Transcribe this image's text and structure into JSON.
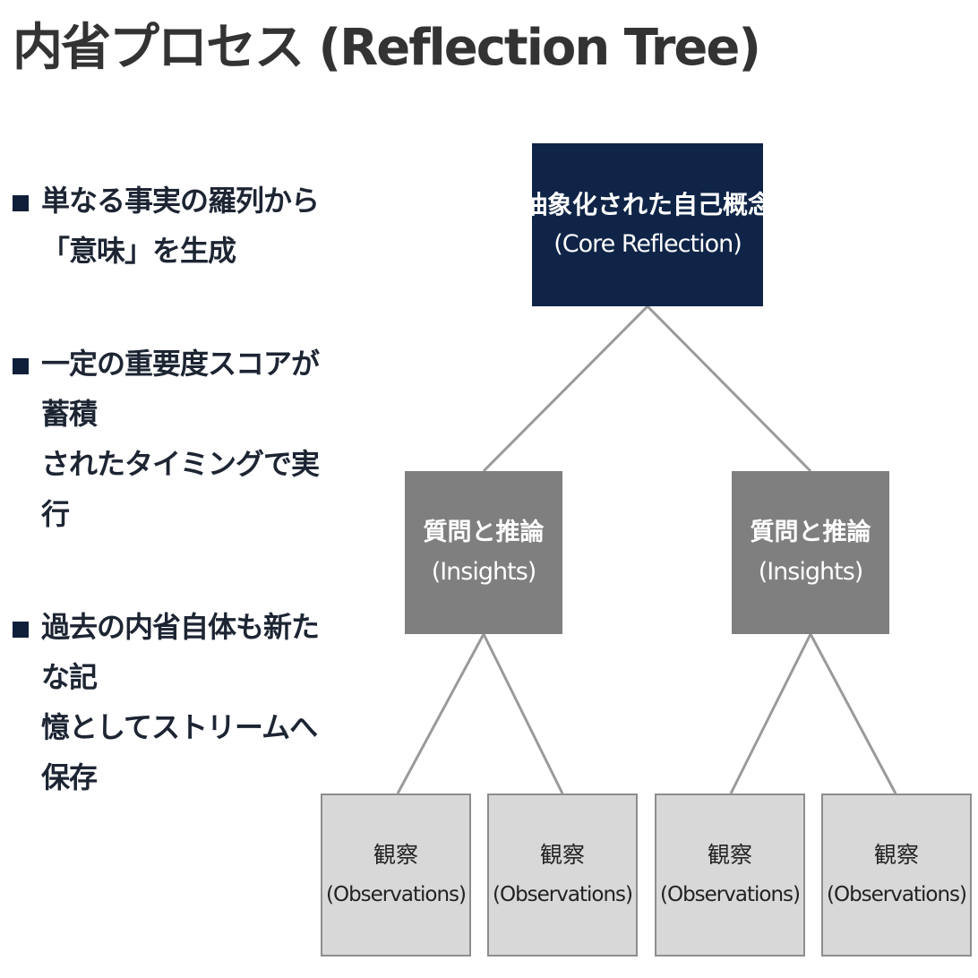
{
  "title": "内省プロセス (Reflection Tree)",
  "bullets": [
    {
      "line1": "単なる事実の羅列から",
      "line2": "「意味」を生成"
    },
    {
      "line1": "一定の重要度スコアが蓄積",
      "line2": "されたタイミングで実行"
    },
    {
      "line1": "過去の内省自体も新たな記",
      "line2": "憶としてストリームへ保存"
    }
  ],
  "tree": {
    "core": {
      "label": "抽象化された自己概念",
      "sublabel": "(Core Reflection)"
    },
    "insights": [
      {
        "label": "質問と推論",
        "sublabel": "(Insights)"
      },
      {
        "label": "質問と推論",
        "sublabel": "(Insights)"
      }
    ],
    "observations": [
      {
        "label": "観察",
        "sublabel": "(Observations)"
      },
      {
        "label": "観察",
        "sublabel": "(Observations)"
      },
      {
        "label": "観察",
        "sublabel": "(Observations)"
      },
      {
        "label": "観察",
        "sublabel": "(Observations)"
      }
    ]
  },
  "colors": {
    "core": "#0f2447",
    "insight": "#7f7f7f",
    "observation": "#d8d8d8",
    "connector": "#9a9a9a"
  }
}
